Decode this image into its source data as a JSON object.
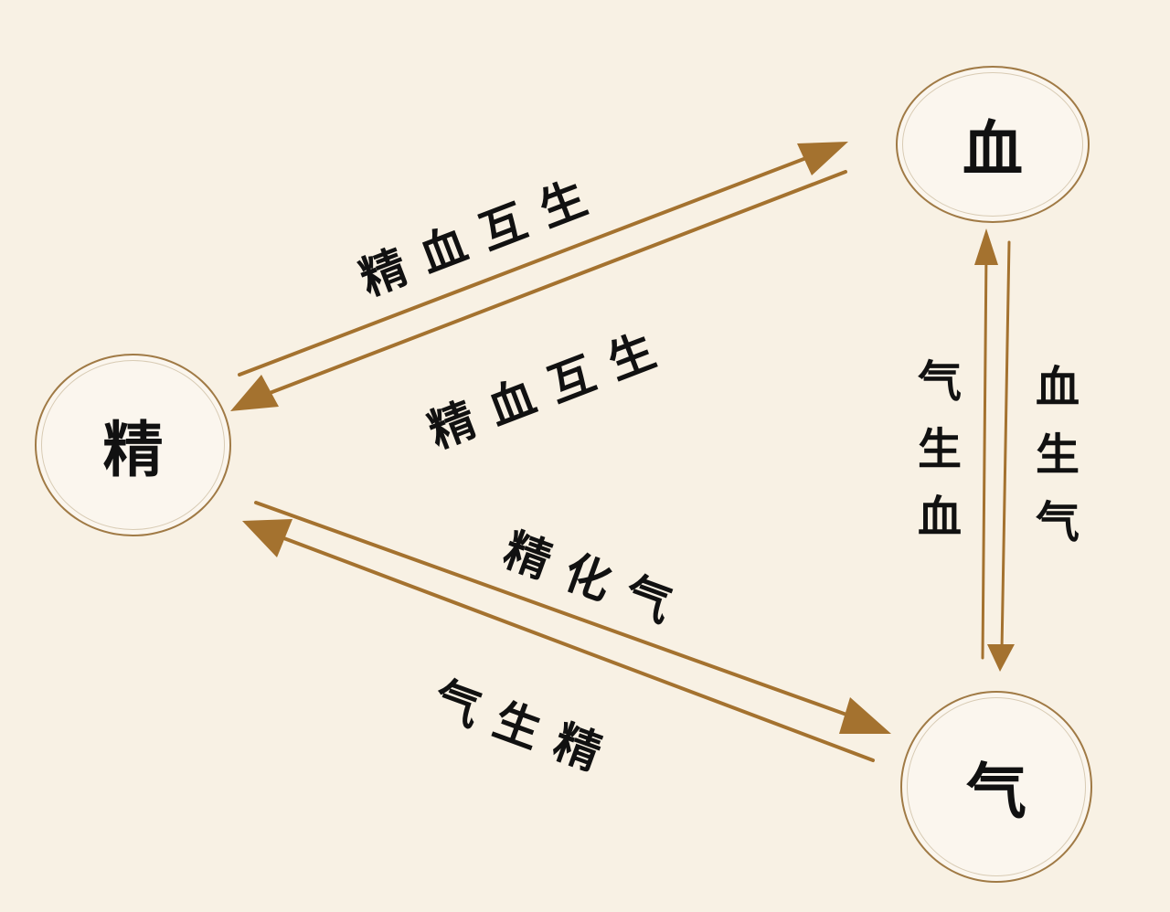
{
  "colors": {
    "background": "#f8f1e4",
    "arrow": "#a4722f",
    "text": "#111111",
    "node_ring": "#a07a45"
  },
  "nodes": {
    "jing": {
      "label": "精"
    },
    "xue": {
      "label": "血"
    },
    "qi": {
      "label": "气"
    }
  },
  "edges": {
    "jing_to_xue": {
      "label": "精血互生",
      "from": "精",
      "to": "血"
    },
    "xue_to_jing": {
      "label": "精血互生",
      "from": "血",
      "to": "精"
    },
    "jing_to_qi": {
      "label": "精化气",
      "from": "精",
      "to": "气"
    },
    "qi_to_jing": {
      "label": "气生精",
      "from": "气",
      "to": "精"
    },
    "qi_to_xue": {
      "label": "气生血",
      "from": "气",
      "to": "血"
    },
    "xue_to_qi": {
      "label": "血生气",
      "from": "血",
      "to": "气"
    }
  }
}
